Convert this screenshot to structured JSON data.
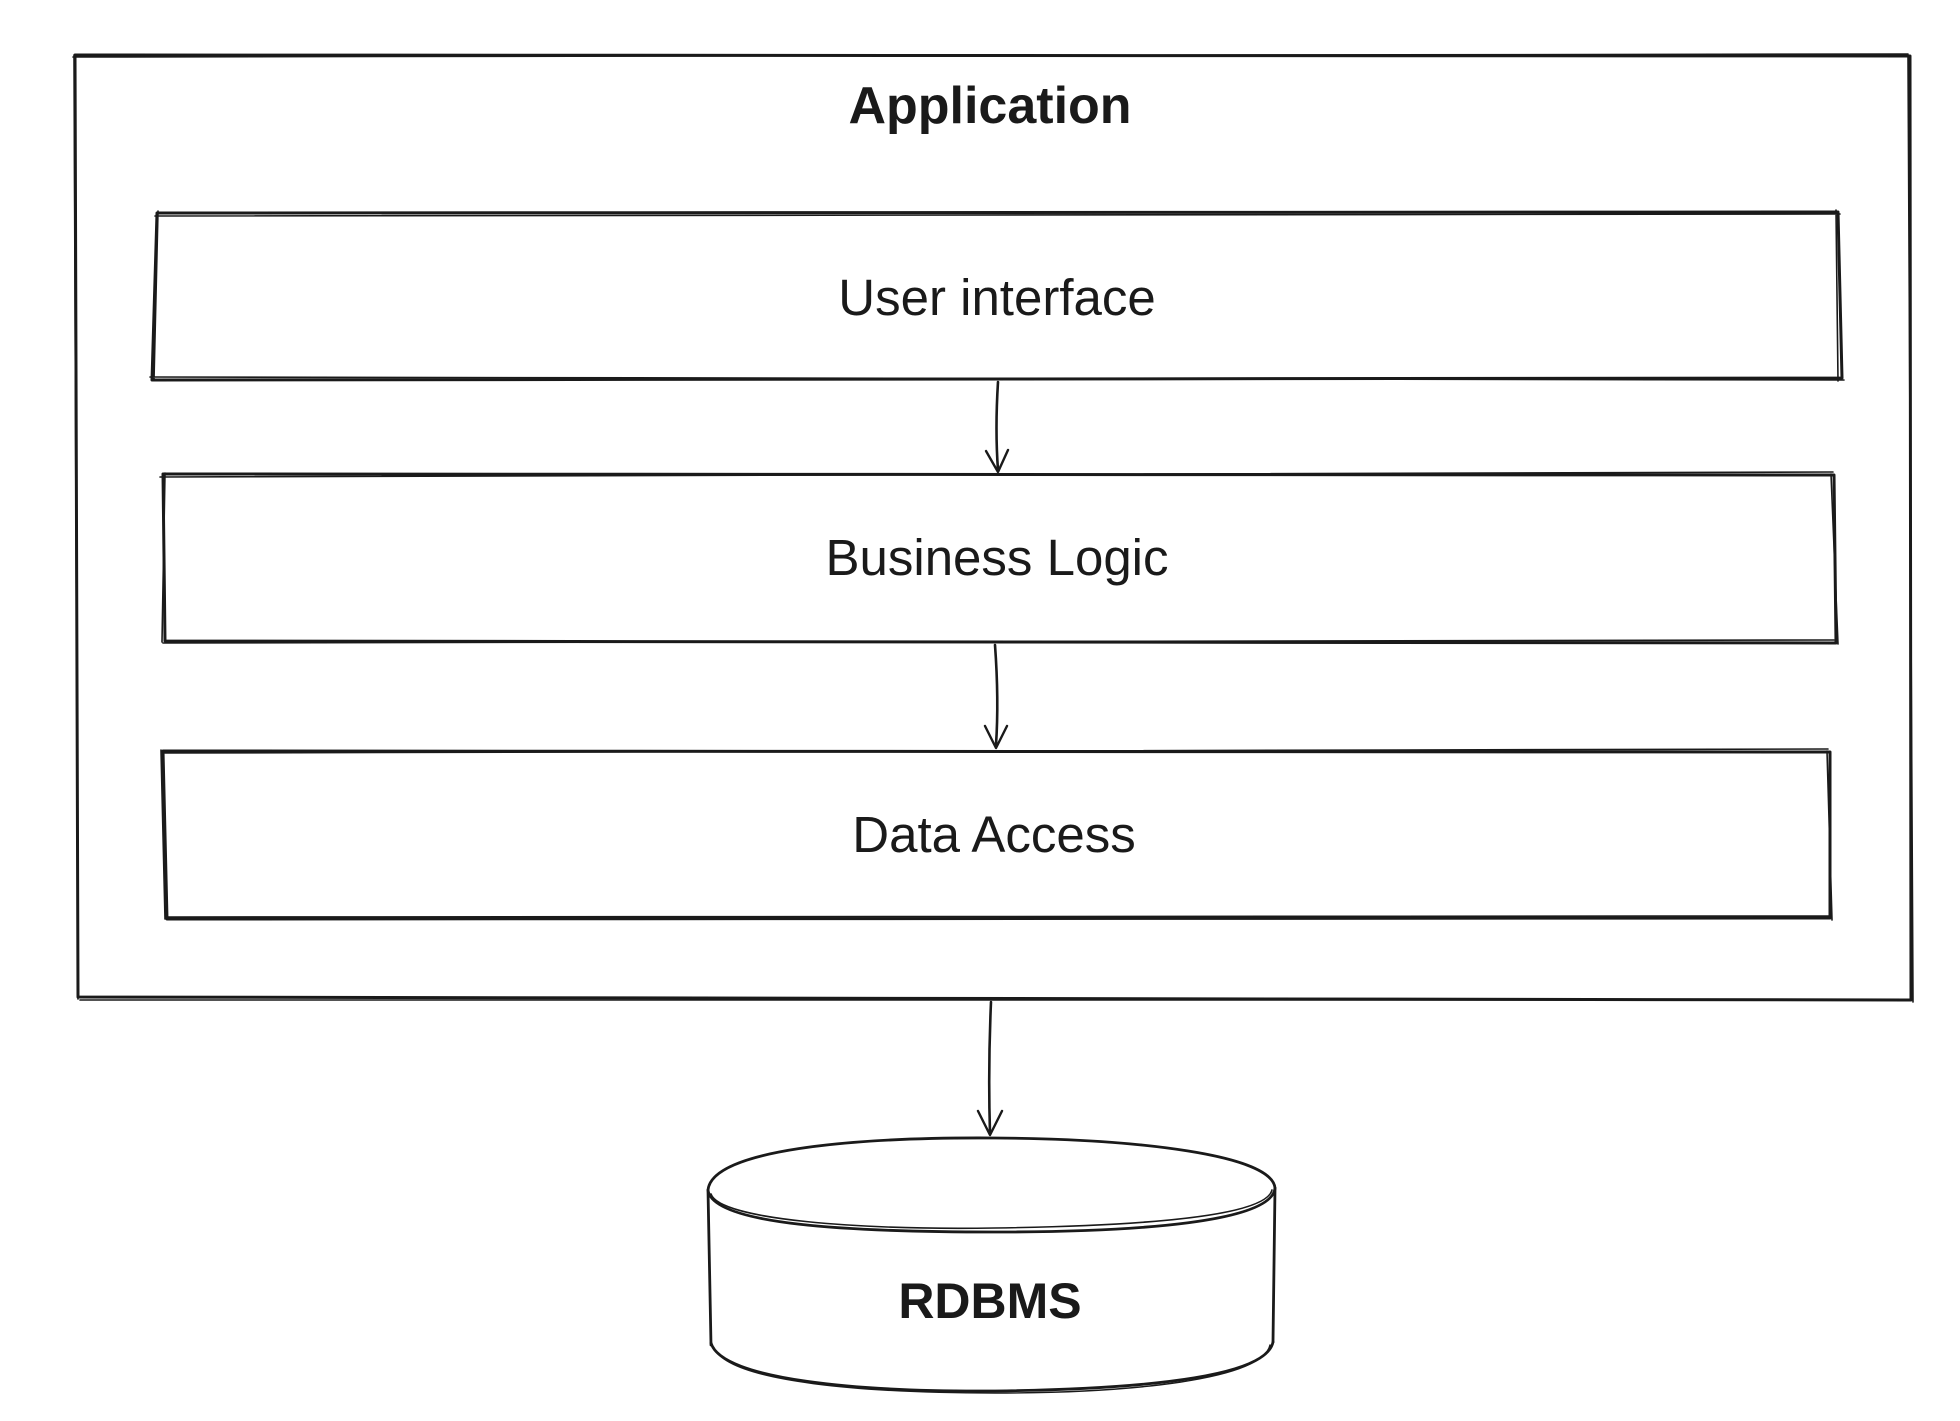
{
  "application": {
    "title": "Application"
  },
  "layers": [
    {
      "label": "User interface"
    },
    {
      "label": "Business Logic"
    },
    {
      "label": "Data Access"
    }
  ],
  "database": {
    "label": "RDBMS"
  }
}
